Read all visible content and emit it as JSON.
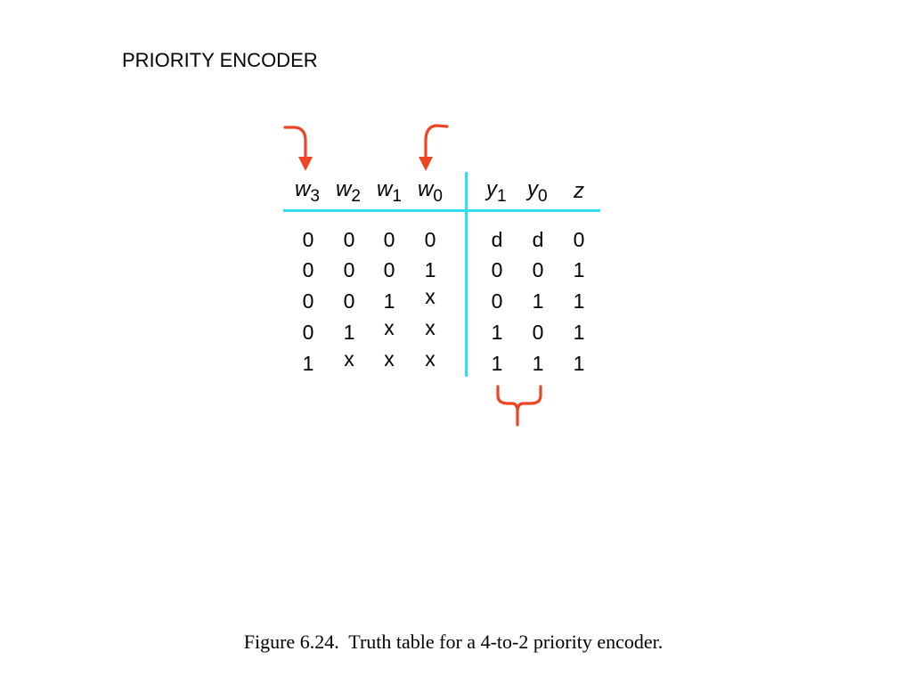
{
  "title": "PRIORITY ENCODER",
  "caption": "Figure 6.24.  Truth table for a 4-to-2 priority encoder.",
  "table": {
    "input_headers": [
      {
        "var": "w",
        "sub": "3"
      },
      {
        "var": "w",
        "sub": "2"
      },
      {
        "var": "w",
        "sub": "1"
      },
      {
        "var": "w",
        "sub": "0"
      }
    ],
    "output_headers": [
      {
        "var": "y",
        "sub": "1"
      },
      {
        "var": "y",
        "sub": "0"
      },
      {
        "var": "z",
        "sub": ""
      }
    ],
    "rows": [
      {
        "inputs": [
          "0",
          "0",
          "0",
          "0"
        ],
        "outputs": [
          "d",
          "d",
          "0"
        ]
      },
      {
        "inputs": [
          "0",
          "0",
          "0",
          "1"
        ],
        "outputs": [
          "0",
          "0",
          "1"
        ]
      },
      {
        "inputs": [
          "0",
          "0",
          "1",
          "x"
        ],
        "outputs": [
          "0",
          "1",
          "1"
        ]
      },
      {
        "inputs": [
          "0",
          "1",
          "x",
          "x"
        ],
        "outputs": [
          "1",
          "0",
          "1"
        ]
      },
      {
        "inputs": [
          "1",
          "x",
          "x",
          "x"
        ],
        "outputs": [
          "1",
          "1",
          "1"
        ]
      }
    ]
  },
  "colors": {
    "table_rules": "#33ddf0",
    "annotation": "#ee4422"
  },
  "annotations": {
    "input_arrows": [
      "w3",
      "w0"
    ],
    "output_brace": [
      "y1",
      "y0"
    ]
  }
}
